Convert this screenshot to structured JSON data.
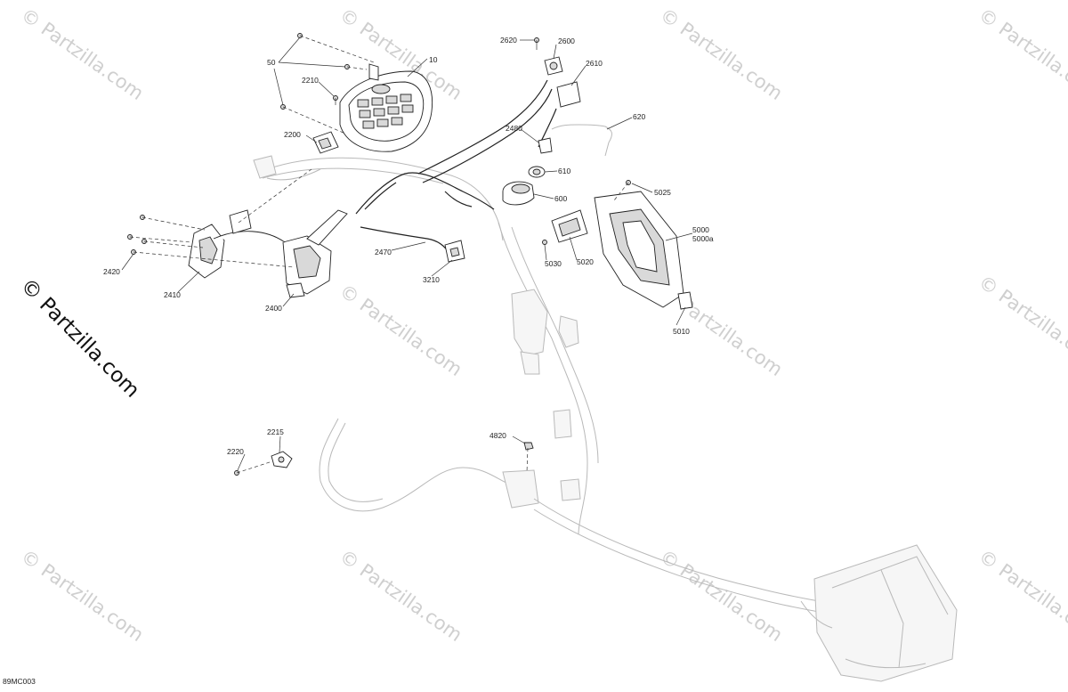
{
  "watermark": {
    "text": "© Partzilla.com",
    "large_text": "© Partzilla.com"
  },
  "diagram_code": "89MC003",
  "callouts": [
    {
      "id": "c50",
      "text": "50"
    },
    {
      "id": "c10",
      "text": "10"
    },
    {
      "id": "c2210",
      "text": "2210"
    },
    {
      "id": "c2200",
      "text": "2200"
    },
    {
      "id": "c2620",
      "text": "2620"
    },
    {
      "id": "c2600",
      "text": "2600"
    },
    {
      "id": "c2610",
      "text": "2610"
    },
    {
      "id": "c620",
      "text": "620"
    },
    {
      "id": "c2480",
      "text": "2480"
    },
    {
      "id": "c610",
      "text": "610"
    },
    {
      "id": "c600",
      "text": "600"
    },
    {
      "id": "c5025",
      "text": "5025"
    },
    {
      "id": "c5000",
      "text": "5000"
    },
    {
      "id": "c5000a",
      "text": "5000a"
    },
    {
      "id": "c5020",
      "text": "5020"
    },
    {
      "id": "c5030",
      "text": "5030"
    },
    {
      "id": "c5010",
      "text": "5010"
    },
    {
      "id": "c2470",
      "text": "2470"
    },
    {
      "id": "c3210",
      "text": "3210"
    },
    {
      "id": "c2420",
      "text": "2420"
    },
    {
      "id": "c2410",
      "text": "2410"
    },
    {
      "id": "c2400",
      "text": "2400"
    },
    {
      "id": "c4820",
      "text": "4820"
    },
    {
      "id": "c2215",
      "text": "2215"
    },
    {
      "id": "c2220",
      "text": "2220"
    }
  ]
}
